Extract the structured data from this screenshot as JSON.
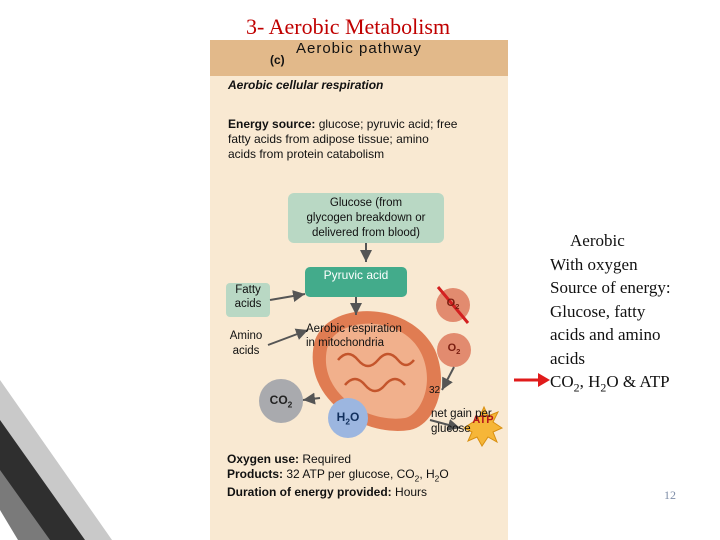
{
  "slide": {
    "title": "3- Aerobic Metabolism",
    "page_number": "12"
  },
  "figure": {
    "panel_letter": "(c)",
    "panel_title": "Aerobic pathway",
    "heading": "Aerobic cellular respiration",
    "energy_source_label": "Energy source:",
    "energy_source_lines": [
      " glucose; pyruvic acid; free",
      "fatty acids from adipose tissue; amino",
      "acids from protein catabolism"
    ],
    "glucose_box_lines": [
      "Glucose (from",
      "glycogen breakdown or",
      "delivered from blood)"
    ],
    "pyruvic_acid": "Pyruvic acid",
    "fatty_acids_lines": [
      "Fatty",
      "acids"
    ],
    "amino_acids_lines": [
      "Amino",
      "acids"
    ],
    "o2_base": "O",
    "o2_sub": "2",
    "respiration_lines": [
      "Aerobic respiration",
      "in mitochondria"
    ],
    "co2_base": "CO",
    "co2_sub": "2",
    "h2o_pre": "H",
    "h2o_sub": "2",
    "h2o_post": "O",
    "atp_count": "32",
    "atp_label": "ATP",
    "net_gain_lines": [
      "net gain per",
      "glucose"
    ],
    "oxygen_use_label": "Oxygen use:",
    "oxygen_use_value": " Required",
    "products_label": "Products:",
    "products_value_a": " 32 ATP per glucose, CO",
    "products_sub_a": "2",
    "products_value_b": ", H",
    "products_sub_b": "2",
    "products_value_c": "O",
    "duration_label": "Duration of energy provided:",
    "duration_value": " Hours"
  },
  "notes": {
    "line1": "Aerobic",
    "line2": "With oxygen",
    "line3": "Source of energy:",
    "line4": "Glucose, fatty",
    "line5": "acids and amino",
    "line6": "acids",
    "line7_a": "CO",
    "line7_sub1": "2",
    "line7_b": ", H",
    "line7_sub2": "2",
    "line7_c": "O & ATP"
  },
  "colors": {
    "title_red": "#c00000",
    "figure_bg": "#f9e9d2",
    "panel_header_bg": "#e2b98a",
    "glucose_box": "#b9d8c4",
    "pyruvic_box": "#43ab8b",
    "fatty_acid_box": "#b9d8c4",
    "o2_circle": "#e28b6f",
    "water_circle": "#9cb6e0",
    "co2_circle": "#a9aaae",
    "atp_star": "#f6b638",
    "mitochondria_outer": "#e07c52",
    "arrow_red": "#e01b1b",
    "page_number": "#7f8ea8"
  }
}
